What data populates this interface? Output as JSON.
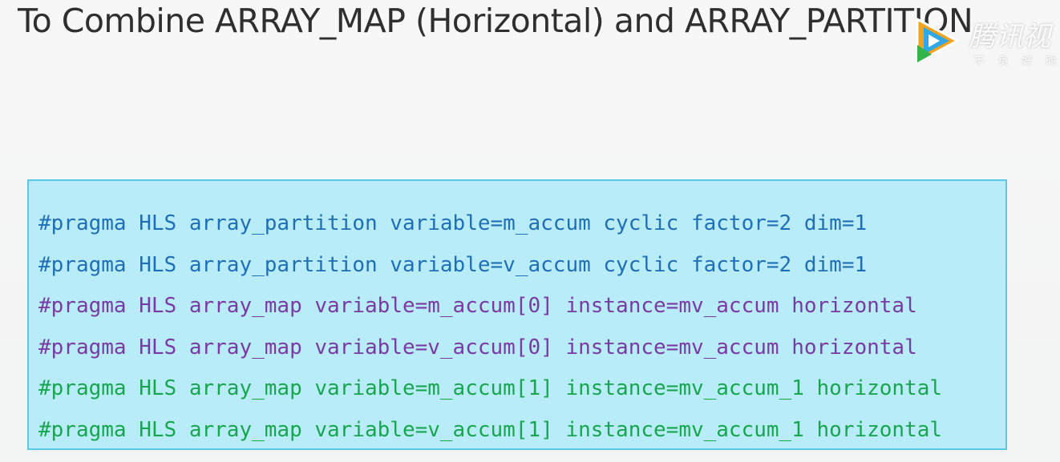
{
  "slide": {
    "title": "To Combine ARRAY_MAP (Horizontal) and ARRAY_PARTITION",
    "code_lines": [
      {
        "text": "#pragma HLS array_partition variable=m_accum cyclic factor=2 dim=1",
        "color": "#1f6fb8"
      },
      {
        "text": "#pragma HLS array_partition variable=v_accum cyclic factor=2 dim=1",
        "color": "#1f6fb8"
      },
      {
        "text": "#pragma HLS array_map variable=m_accum[0] instance=mv_accum horizontal",
        "color": "#7a3aa4"
      },
      {
        "text": "#pragma HLS array_map variable=v_accum[0] instance=mv_accum horizontal",
        "color": "#7a3aa4"
      },
      {
        "text": "#pragma HLS array_map variable=m_accum[1] instance=mv_accum_1 horizontal",
        "color": "#17a64f"
      },
      {
        "text": "#pragma HLS array_map variable=v_accum[1] instance=mv_accum_1 horizontal",
        "color": "#17a64f"
      }
    ],
    "code_box_background": "#b8ecf8",
    "code_box_border": "#59c8e6"
  },
  "watermark": {
    "icon": "tencent-video-play-icon",
    "text": "腾讯视",
    "subtext": "不负好时"
  }
}
